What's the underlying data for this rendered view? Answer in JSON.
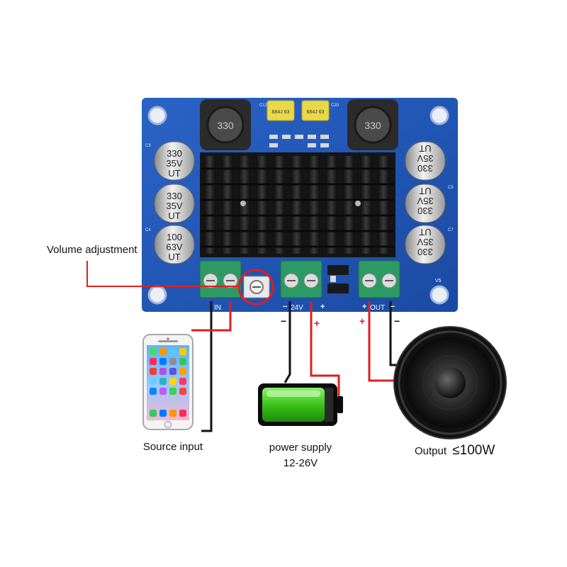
{
  "labels": {
    "volume_adjustment": "Volume adjustment",
    "source_input": "Source input",
    "power_supply": "power supply",
    "power_voltage": "12-26V",
    "output": "Output",
    "output_power": "≤100W"
  },
  "board": {
    "terminal_in": "IN",
    "terminal_24v": "24V",
    "terminal_out": "OUT",
    "version": "V5",
    "inductor_left": "330",
    "inductor_right": "330",
    "film_cap_left": "684J 63",
    "film_cap_right": "684J 63",
    "cap_left_1": [
      "330",
      "35V",
      "UT"
    ],
    "cap_left_2": [
      "330",
      "35V",
      "UT"
    ],
    "cap_left_3": [
      "100",
      "63V",
      "UT"
    ],
    "cap_right_1": [
      "330",
      "35V",
      "UT"
    ],
    "cap_right_2": [
      "330",
      "35V",
      "UT"
    ],
    "cap_right_3": [
      "330",
      "35V",
      "UT"
    ],
    "ref_c3": "C3",
    "ref_c4": "C4",
    "ref_c12": "C12",
    "ref_c20": "C20",
    "ref_c5": "C5",
    "ref_c7": "C7"
  },
  "wire_signs": {
    "power_minus": "−",
    "power_plus": "+",
    "out_plus": "+",
    "out_minus": "−",
    "pcb_minus": "−",
    "pcb_plus": "+",
    "pcb_out_plus": "+",
    "pcb_out_minus": "−"
  },
  "colors": {
    "pcb": "#1f58b8",
    "heatsink": "#1c1c1c",
    "terminal": "#2e9a63",
    "callout": "#e01e1e",
    "wire_black": "#111111",
    "wire_red": "#e01e1e",
    "battery_green": "#3bc21a"
  }
}
